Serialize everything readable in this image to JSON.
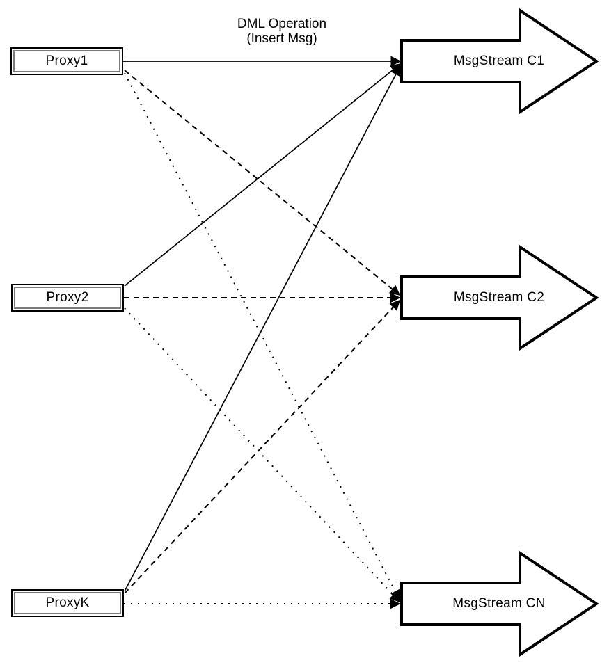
{
  "diagram": {
    "kind": "proxy-to-msgstream fan-out diagram",
    "annotation": {
      "line1": "DML Operation",
      "line2": "(Insert Msg)"
    },
    "proxies": [
      {
        "label": "Proxy1"
      },
      {
        "label": "Proxy2"
      },
      {
        "label": "ProxyK"
      }
    ],
    "streams": [
      {
        "label": "MsgStream C1"
      },
      {
        "label": "MsgStream C2"
      },
      {
        "label": "MsgStream CN"
      }
    ],
    "connections": [
      {
        "from": "Proxy1",
        "to": "MsgStream C1",
        "style": "solid"
      },
      {
        "from": "Proxy1",
        "to": "MsgStream C2",
        "style": "dashed"
      },
      {
        "from": "Proxy1",
        "to": "MsgStream CN",
        "style": "dotted"
      },
      {
        "from": "Proxy2",
        "to": "MsgStream C1",
        "style": "solid"
      },
      {
        "from": "Proxy2",
        "to": "MsgStream C2",
        "style": "dashed"
      },
      {
        "from": "Proxy2",
        "to": "MsgStream CN",
        "style": "dotted"
      },
      {
        "from": "ProxyK",
        "to": "MsgStream C1",
        "style": "solid"
      },
      {
        "from": "ProxyK",
        "to": "MsgStream C2",
        "style": "dashed"
      },
      {
        "from": "ProxyK",
        "to": "MsgStream CN",
        "style": "dotted"
      }
    ],
    "colors": {
      "stroke": "#000000",
      "fill": "#ffffff",
      "inner_border": "#7a7a7a"
    }
  }
}
